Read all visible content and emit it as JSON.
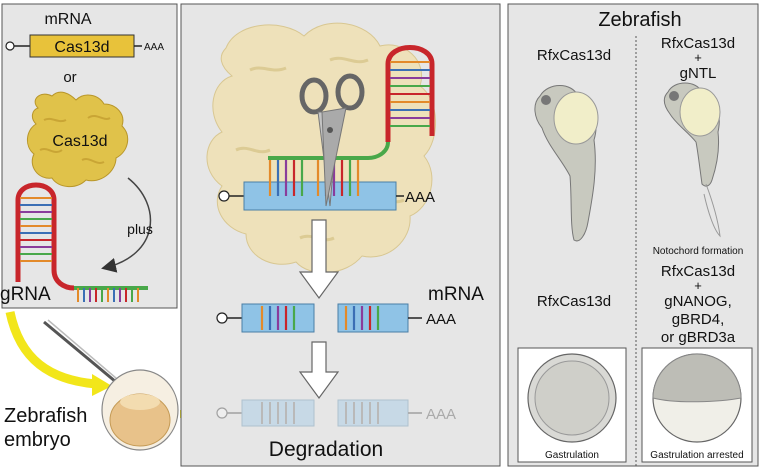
{
  "left_panel": {
    "mrna_label": "mRNA",
    "cas13d_bar_label": "Cas13d",
    "aaa_label": "AAA",
    "or_label": "or",
    "cas13d_protein_label": "Cas13d",
    "plus_label": "plus",
    "grna_label": "gRNA"
  },
  "embryo": {
    "label_line1": "Zebrafish",
    "label_line2": "embryo"
  },
  "middle_panel": {
    "aaa_top": "AAA",
    "mrna_label": "mRNA",
    "aaa_mid": "AAA",
    "aaa_bottom": "AAA",
    "degradation_label": "Degradation"
  },
  "right_panel": {
    "title": "Zebrafish",
    "col1_label": "RfxCas13d",
    "col2_line1": "RfxCas13d",
    "col2_line2": "+",
    "col2_line3": "gNTL",
    "notochord_label": "Notochord formation",
    "col2b_line1": "RfxCas13d",
    "col2b_line2": "+",
    "col2b_line3": "gNANOG,",
    "col2b_line4": "gBRD4,",
    "col2b_line5": "or gBRD3a",
    "col1b_label": "RfxCas13d",
    "gastrulation_label": "Gastrulation",
    "gastrulation_arrested_label": "Gastrulation arrested"
  },
  "colors": {
    "panel_fill": "#e6e6e6",
    "cas13d_yellow": "#e8c23a",
    "arrow_yellow": "#f2e61a",
    "mrna_blue": "#8fc3e6",
    "grna_red": "#c8262b",
    "grna_green": "#49a84a"
  }
}
